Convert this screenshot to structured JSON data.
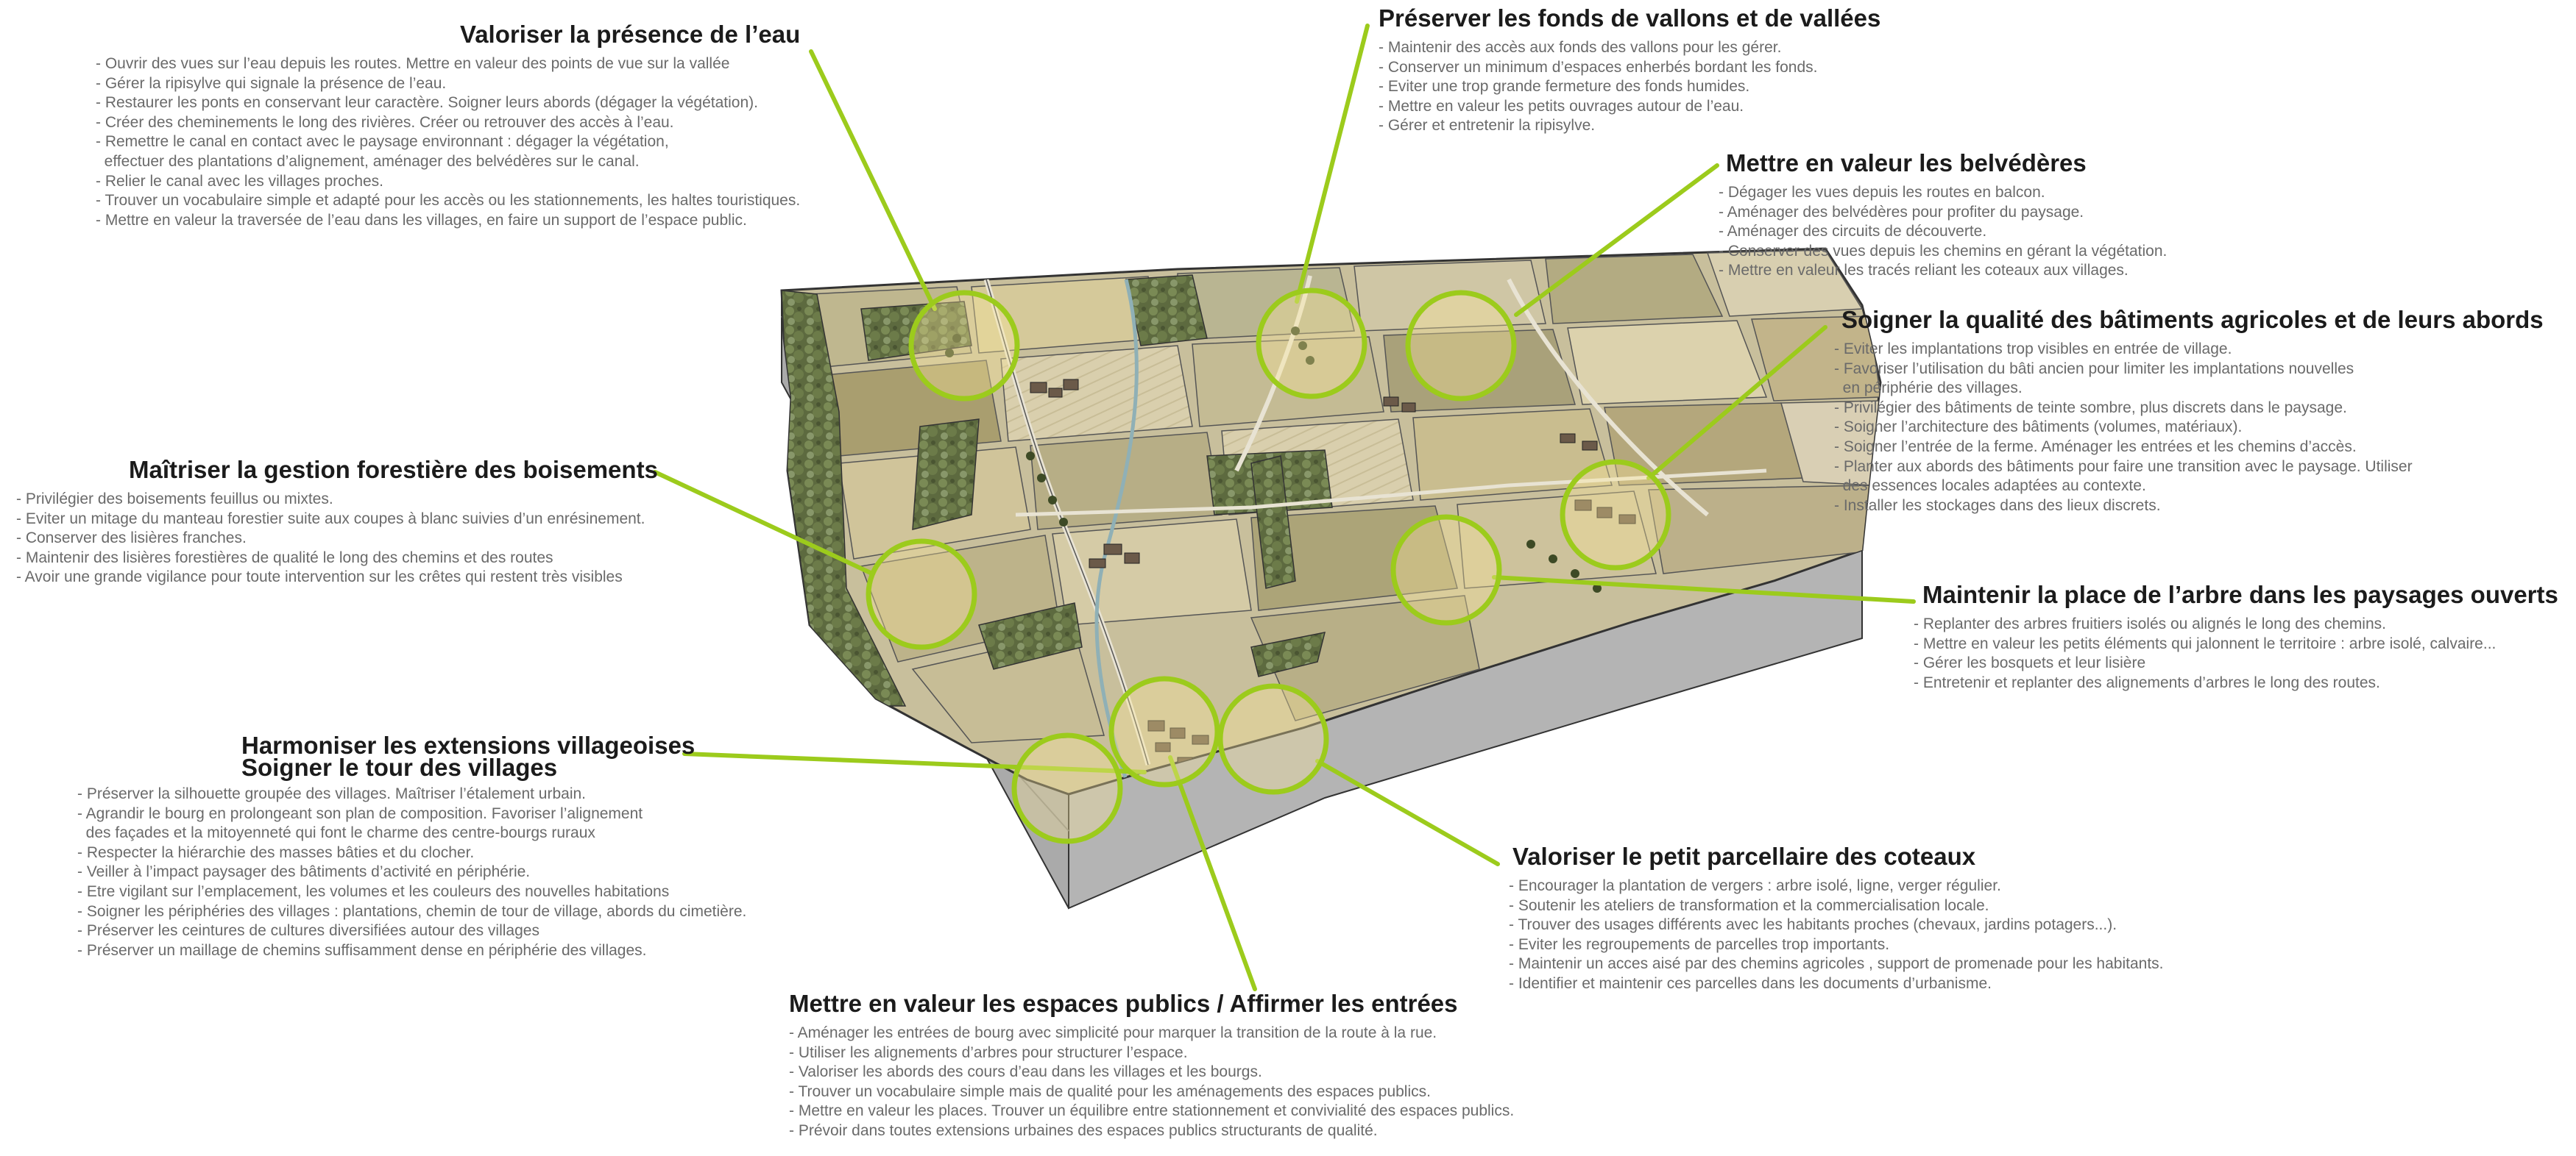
{
  "colors": {
    "accent": "#9ccb1c",
    "heading": "#1b1b1b",
    "body": "#6a6a6a"
  },
  "blocks": {
    "eau": {
      "title": "Valoriser la présence de l’eau",
      "items": [
        "Ouvrir des vues sur l’eau depuis les routes. Mettre en valeur des points de vue sur la vallée",
        "Gérer la ripisylve qui signale la présence de l’eau.",
        "Restaurer les ponts en conservant leur caractère. Soigner leurs abords (dégager la végétation).",
        "Créer des cheminements le long des rivières. Créer ou retrouver des accès à l’eau.",
        "Remettre le canal en contact avec le paysage environnant : dégager la végétation,",
        "effectuer des plantations d’alignement, aménager des belvédères sur le canal.",
        "Relier le canal avec les villages proches.",
        "Trouver un vocabulaire simple et adapté pour les accès ou les stationnements, les haltes touristiques.",
        "Mettre en valeur la traversée de l’eau dans les villages, en faire un support de l’espace public."
      ]
    },
    "vallons": {
      "title": "Préserver les fonds de vallons et de vallées",
      "items": [
        "Maintenir des accès aux fonds des vallons pour les gérer.",
        "Conserver un minimum d’espaces enherbés bordant les fonds.",
        "Eviter une trop grande fermeture des fonds humides.",
        "Mettre en valeur les petits ouvrages autour de l’eau.",
        "Gérer et entretenir la ripisylve."
      ]
    },
    "belvederes": {
      "title": "Mettre en valeur les belvédères",
      "items": [
        "Dégager les vues depuis les routes en balcon.",
        "Aménager des belvédères pour profiter du paysage.",
        "Aménager des circuits de découverte.",
        "Conserver des vues depuis les chemins en gérant la végétation.",
        "Mettre en valeur les tracés reliant les coteaux aux villages."
      ]
    },
    "batiments": {
      "title": "Soigner la qualité des bâtiments agricoles et de leurs abords",
      "items": [
        "Eviter les implantations trop visibles en entrée de village.",
        "Favoriser l’utilisation du bâti ancien pour limiter les implantations nouvelles",
        "en périphérie des villages.",
        "Privilégier des bâtiments de teinte sombre, plus discrets dans le paysage.",
        "Soigner l’architecture des bâtiments (volumes, matériaux).",
        "Soigner l’entrée de la ferme. Aménager les entrées et les chemins d’accès.",
        "Planter aux abords des bâtiments pour faire une transition avec le paysage. Utiliser",
        "des essences locales adaptées au contexte.",
        "Installer les stockages dans des lieux discrets."
      ]
    },
    "forestiere": {
      "title": "Maîtriser la gestion forestière des boisements",
      "items": [
        "Privilégier des boisements feuillus ou mixtes.",
        "Eviter un mitage du manteau forestier suite aux coupes à blanc suivies d’un enrésinement.",
        "Conserver des lisières franches.",
        "Maintenir des lisières forestières de qualité le long des chemins et des routes",
        "Avoir une grande vigilance pour toute intervention sur les crêtes qui restent très visibles"
      ]
    },
    "arbre": {
      "title": "Maintenir la place de l’arbre dans les paysages ouverts",
      "items": [
        "Replanter des arbres fruitiers isolés ou alignés le long des chemins.",
        "Mettre en valeur les petits éléments qui jalonnent le territoire : arbre isolé, calvaire...",
        "Gérer les bosquets et leur lisière",
        "Entretenir et replanter des alignements d’arbres le long des routes."
      ]
    },
    "extensions": {
      "title1": "Harmoniser les extensions villageoises",
      "title2": "Soigner le tour des villages",
      "items": [
        "Préserver la silhouette groupée des villages. Maîtriser l’étalement urbain.",
        "Agrandir le bourg en prolongeant son plan de composition. Favoriser l’alignement",
        "des façades et la mitoyenneté qui font le charme des centre-bourgs ruraux",
        "Respecter la hiérarchie des masses bâties et du clocher.",
        "Veiller à l’impact paysager des bâtiments d’activité en périphérie.",
        "Etre vigilant sur l’emplacement, les volumes et les couleurs des nouvelles habitations",
        "Soigner les périphéries des villages : plantations, chemin de tour de village, abords du cimetière.",
        "Préserver les ceintures de cultures diversifiées autour des villages",
        "Préserver un maillage de chemins suffisamment dense en périphérie des villages."
      ]
    },
    "parcellaire": {
      "title": "Valoriser le petit parcellaire des coteaux",
      "items": [
        "Encourager la plantation de vergers : arbre isolé, ligne, verger régulier.",
        "Soutenir les ateliers de transformation et la commercialisation locale.",
        "Trouver des usages différents avec les habitants proches (chevaux, jardins potagers...).",
        "Eviter les regroupements de parcelles trop importants.",
        "Maintenir un acces aisé par des chemins agricoles , support de promenade pour les habitants.",
        "Identifier et maintenir ces parcelles dans les documents d’urbanisme."
      ]
    },
    "publics": {
      "title": "Mettre en valeur les espaces publics / Affirmer les entrées",
      "items": [
        "Aménager les entrées de bourg avec simplicité pour marquer la transition de la route à la rue.",
        "Utiliser les alignements d’arbres pour structurer l’espace.",
        "Valoriser les abords des cours d’eau dans les villages et les bourgs.",
        "Trouver un vocabulaire simple mais de qualité pour les aménagements des espaces publics.",
        "Mettre en valeur les places. Trouver un équilibre entre stationnement et convivialité des espaces publics.",
        "Prévoir dans toutes extensions urbaines des espaces publics structurants de qualité."
      ]
    }
  }
}
